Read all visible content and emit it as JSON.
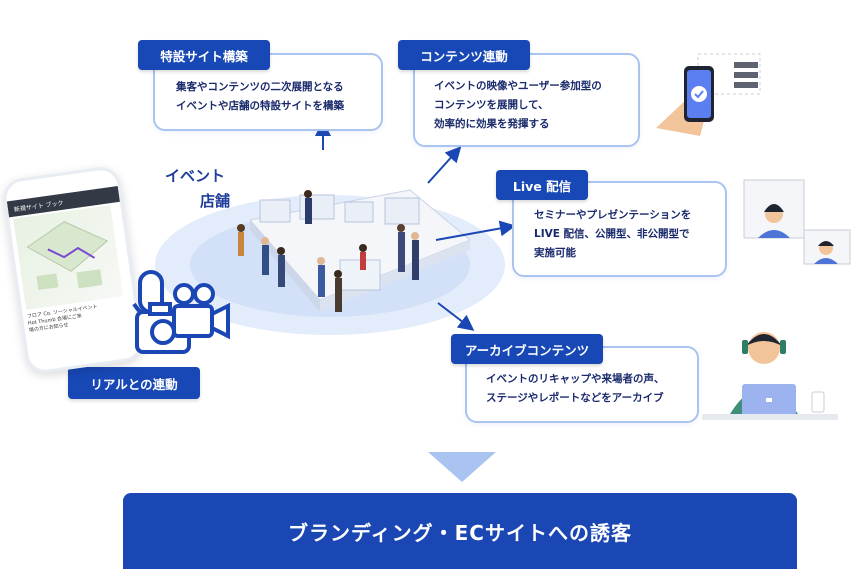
{
  "event_label": {
    "line1": "イベント",
    "line2": "店舗"
  },
  "boxes": {
    "special_site": {
      "tag": "特設サイト構築",
      "text": "集客やコンテンツの二次展開となる\nイベントや店舗の特設サイトを構築"
    },
    "content_link": {
      "tag": "コンテンツ連動",
      "text": "イベントの映像やユーザー参加型の\nコンテンツを展開して、\n効率的に効果を発揮する"
    },
    "live": {
      "tag": "Live 配信",
      "text": "セミナーやプレゼンテーションを\nLIVE 配信、公開型、非公開型で\n実施可能"
    },
    "archive": {
      "tag": "アーカイブコンテンツ",
      "text": "イベントのリキャップや来場者の声、\nステージやレポートなどをアーカイブ"
    },
    "real": {
      "tag": "リアルとの連動"
    }
  },
  "phone": {
    "header": "新規サイト ブック",
    "caption": "フロア Co. ソーシャルイベント\nHot Thumb 会場にご来\n場の方にお知らせ"
  },
  "cta": "ブランディング・ECサイトへの誘客",
  "colors": {
    "primary": "#1a47b3",
    "border": "#a9c4f0",
    "text": "#1a2a6c"
  },
  "icons": [
    "microphone-icon",
    "camera-icon",
    "video-camera-icon",
    "checkmark-icon"
  ]
}
